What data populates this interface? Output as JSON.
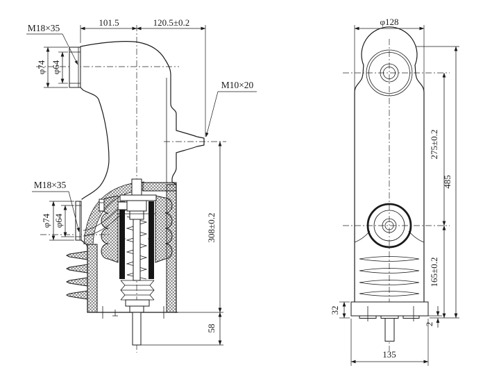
{
  "style": {
    "line_color": "#1a1a1a",
    "background": "#ffffff"
  },
  "side_view": {
    "label_upper_thread": "M18×35",
    "dim_width_left": "101.5",
    "dim_width_right": "120.5±0.2",
    "dim_upper_boss_od": "φ74",
    "dim_upper_boss_id": "φ64",
    "label_side_terminal_thread": "M10×20",
    "label_lower_thread": "M18×35",
    "dim_lower_boss_od": "φ74",
    "dim_lower_boss_id": "φ64",
    "dim_side_terminal_height": "308±0.2",
    "dim_rod_extension": "58"
  },
  "front_view": {
    "dim_body_diameter": "φ128",
    "dim_terminal_centers": "275±0.2",
    "dim_overall_height": "485",
    "dim_lower_terminal_height": "165±0.2",
    "dim_base_thickness": "32",
    "dim_foot_height": "2",
    "dim_base_width": "135"
  }
}
